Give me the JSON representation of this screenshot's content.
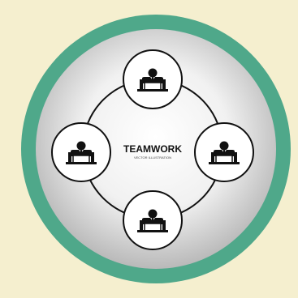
{
  "diagram": {
    "title": "TEAMWORK",
    "subtitle": "VECTOR ILLUSTRATION",
    "nodes": [
      {
        "id": "top",
        "icon": "person-at-desk-icon"
      },
      {
        "id": "left",
        "icon": "person-at-desk-icon"
      },
      {
        "id": "right",
        "icon": "person-at-desk-icon"
      },
      {
        "id": "bottom",
        "icon": "person-at-desk-icon"
      }
    ]
  },
  "colors": {
    "background": "#f5efcf",
    "ring": "#4fa88a",
    "disc_light": "#ffffff",
    "disc_dark": "#b9b9b9",
    "ink": "#111111"
  }
}
